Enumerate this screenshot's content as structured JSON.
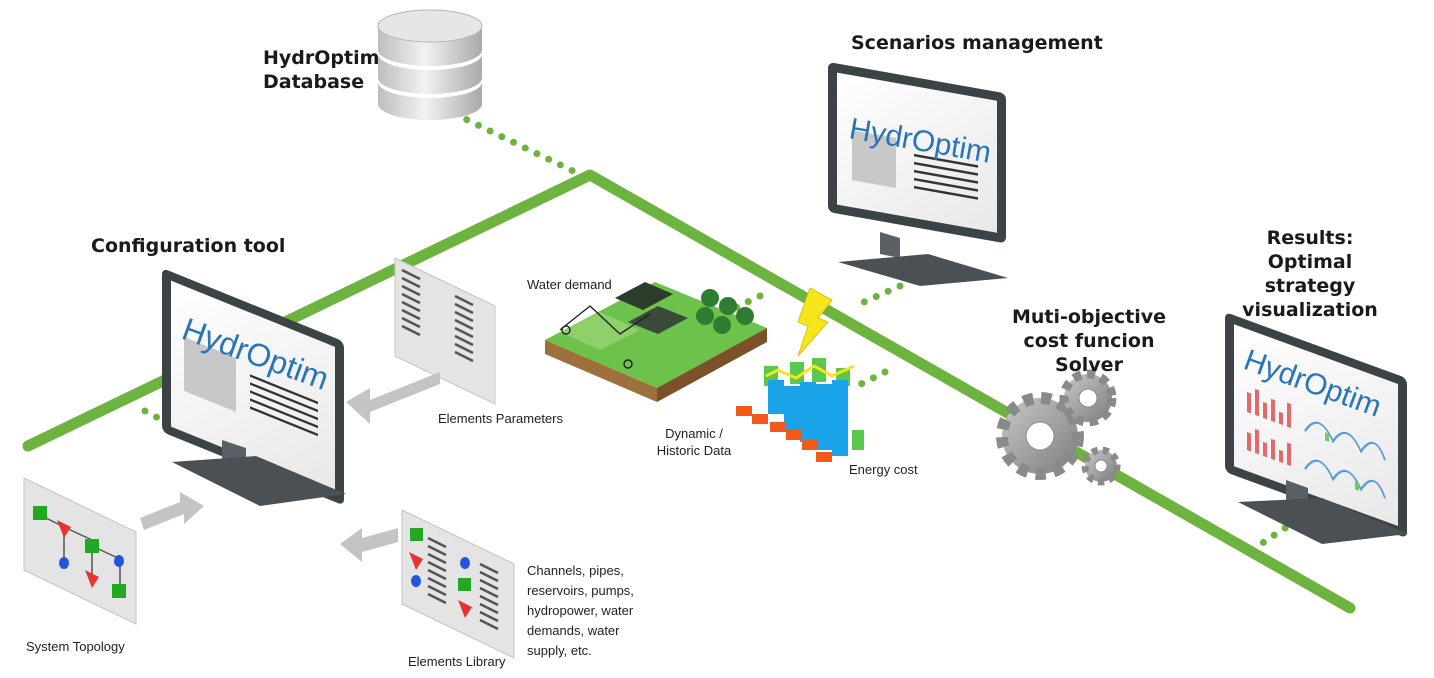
{
  "labels": {
    "database": [
      "HydrOptim",
      "Database"
    ],
    "scenarios": "Scenarios management",
    "config": "Configuration tool",
    "results": [
      "Results:",
      "Optimal strategy",
      "visualization"
    ],
    "solver": [
      "Muti-objective",
      "cost funcion Solver"
    ],
    "water_demand": "Water demand",
    "elements_parameters": "Elements Parameters",
    "dynamic_data": [
      "Dynamic /",
      "Historic Data"
    ],
    "energy_cost": "Energy cost",
    "system_topology": "System Topology",
    "elements_library": "Elements Library",
    "components": [
      "Channels, pipes,",
      "reservoirs, pumps,",
      "hydropower, water",
      "demands, water",
      "supply, etc."
    ]
  },
  "logo_text": "HydrOptim",
  "colors": {
    "network_line": "#6db33f",
    "monitor_frame": "#3c4347",
    "logo_blue": "#2a74b8",
    "arrow_gray": "#c4c4c4",
    "node_green": "#22a822",
    "node_red": "#e63333",
    "node_blue": "#2255dd",
    "bar_blue": "#1aa3e8",
    "bar_orange": "#f25a1c",
    "bolt_yellow": "#f6e51a",
    "gear_gray": "#9c9c9c"
  },
  "icons": [
    "database-icon",
    "monitor-icon",
    "gear-icon",
    "lightning-icon",
    "farm-field-icon",
    "bar-chart-icon",
    "document-icon",
    "arrow-icon"
  ]
}
